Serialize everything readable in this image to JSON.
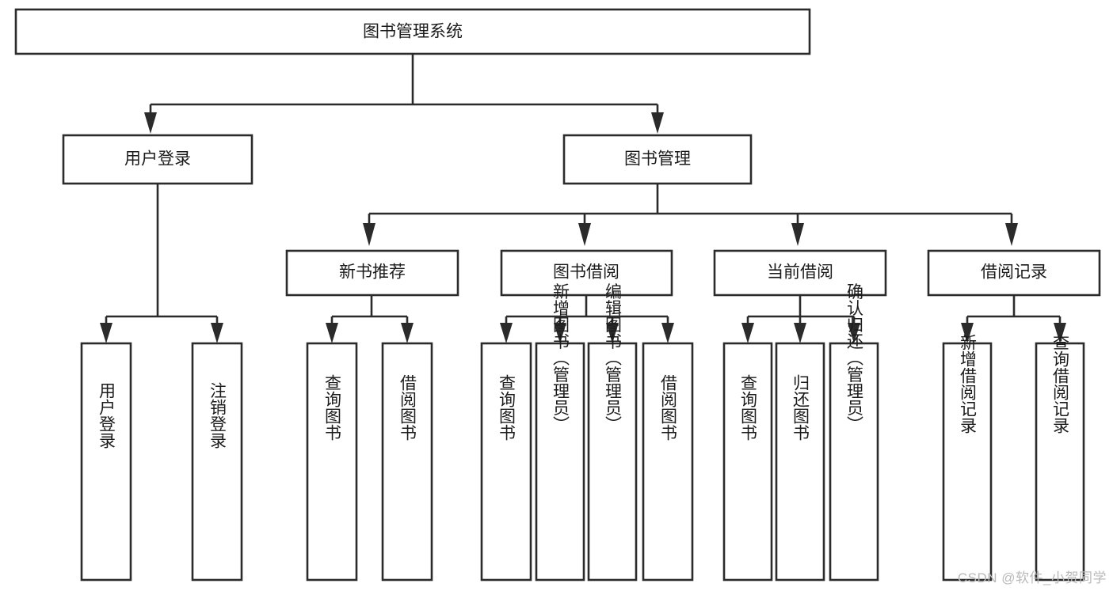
{
  "diagram": {
    "type": "tree-hierarchy",
    "title": "图书管理系统",
    "orientation": "top-down",
    "colors": {
      "box_fill": "#ffffff",
      "box_stroke": "#2b2b2b",
      "text": "#1b1b1b",
      "background": "#ffffff",
      "watermark": "#b9b9b9"
    },
    "levels": [
      {
        "level": 1,
        "nodes": [
          {
            "id": "root",
            "label": "图书管理系统",
            "text_orientation": "horizontal"
          }
        ]
      },
      {
        "level": 2,
        "nodes": [
          {
            "id": "login",
            "label": "用户登录",
            "parent": "root",
            "text_orientation": "horizontal"
          },
          {
            "id": "bookmgmt",
            "label": "图书管理",
            "parent": "root",
            "text_orientation": "horizontal"
          }
        ]
      },
      {
        "level": 3,
        "nodes": [
          {
            "id": "newbook",
            "label": "新书推荐",
            "parent": "bookmgmt",
            "text_orientation": "horizontal"
          },
          {
            "id": "borrow",
            "label": "图书借阅",
            "parent": "bookmgmt",
            "text_orientation": "horizontal"
          },
          {
            "id": "current",
            "label": "当前借阅",
            "parent": "bookmgmt",
            "text_orientation": "horizontal"
          },
          {
            "id": "records",
            "label": "借阅记录",
            "parent": "bookmgmt",
            "text_orientation": "horizontal"
          }
        ]
      },
      {
        "level": 4,
        "nodes": [
          {
            "id": "leaf-user-login",
            "label": "用户登录",
            "parent": "login",
            "text_orientation": "vertical"
          },
          {
            "id": "leaf-user-logout",
            "label": "注销登录",
            "parent": "login",
            "text_orientation": "vertical"
          },
          {
            "id": "leaf-query-book-1",
            "label": "查询图书",
            "parent": "newbook",
            "text_orientation": "vertical"
          },
          {
            "id": "leaf-borrow-book-1",
            "label": "借阅图书",
            "parent": "newbook",
            "text_orientation": "vertical"
          },
          {
            "id": "leaf-query-book-2",
            "label": "查询图书",
            "parent": "borrow",
            "text_orientation": "vertical"
          },
          {
            "id": "leaf-add-book",
            "label": "新增图书（管理员）",
            "parent": "borrow",
            "text_orientation": "vertical"
          },
          {
            "id": "leaf-edit-book",
            "label": "编辑图书（管理员）",
            "parent": "borrow",
            "text_orientation": "vertical"
          },
          {
            "id": "leaf-borrow-book-2",
            "label": "借阅图书",
            "parent": "borrow",
            "text_orientation": "vertical"
          },
          {
            "id": "leaf-query-book-3",
            "label": "查询图书",
            "parent": "current",
            "text_orientation": "vertical"
          },
          {
            "id": "leaf-return-book",
            "label": "归还图书",
            "parent": "current",
            "text_orientation": "vertical"
          },
          {
            "id": "leaf-confirm-return",
            "label": "确认归还（管理员）",
            "parent": "current",
            "text_orientation": "vertical"
          },
          {
            "id": "leaf-add-record",
            "label": "新增借阅记录",
            "parent": "records",
            "text_orientation": "vertical"
          },
          {
            "id": "leaf-query-record",
            "label": "查询借阅记录",
            "parent": "records",
            "text_orientation": "vertical"
          }
        ]
      }
    ]
  },
  "watermark": {
    "text": "CSDN @软件_小贺同学"
  }
}
